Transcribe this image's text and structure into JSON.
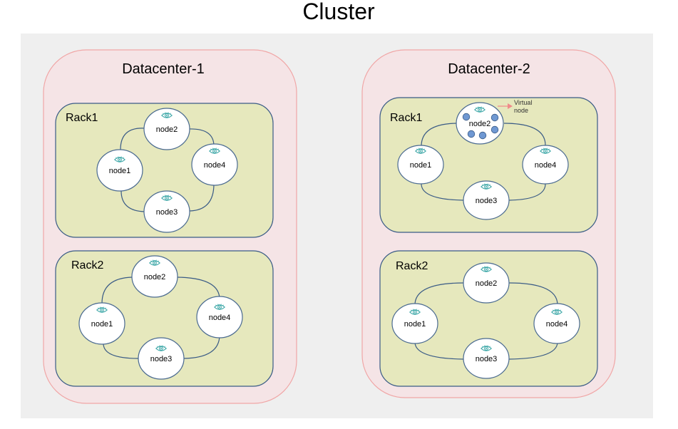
{
  "title": "Cluster",
  "datacenters": [
    {
      "name": "Datacenter-1",
      "racks": [
        {
          "name": "Rack1",
          "nodes": [
            "node1",
            "node2",
            "node3",
            "node4"
          ]
        },
        {
          "name": "Rack2",
          "nodes": [
            "node1",
            "node2",
            "node3",
            "node4"
          ]
        }
      ]
    },
    {
      "name": "Datacenter-2",
      "racks": [
        {
          "name": "Rack1",
          "nodes": [
            "node1",
            "node2",
            "node3",
            "node4"
          ]
        },
        {
          "name": "Rack2",
          "nodes": [
            "node1",
            "node2",
            "node3",
            "node4"
          ]
        }
      ]
    }
  ],
  "virtual_node_label_line1": "Virtual",
  "virtual_node_label_line2": "node",
  "icons": {
    "node": "cassandra-eye-icon",
    "virtual_node": "virtual-node-dot-icon",
    "pointer": "arrow-icon"
  },
  "colors": {
    "cluster_bg": "#efefef",
    "dc_fill": "#f5e4e6",
    "dc_stroke": "#f0a6a6",
    "rack_fill": "#e6e8bd",
    "rack_stroke": "#3a5b86",
    "node_fill": "#ffffff",
    "node_stroke": "#4a6a90",
    "vnode_fill": "#6f98d2",
    "eye": "#3aa6a6"
  }
}
